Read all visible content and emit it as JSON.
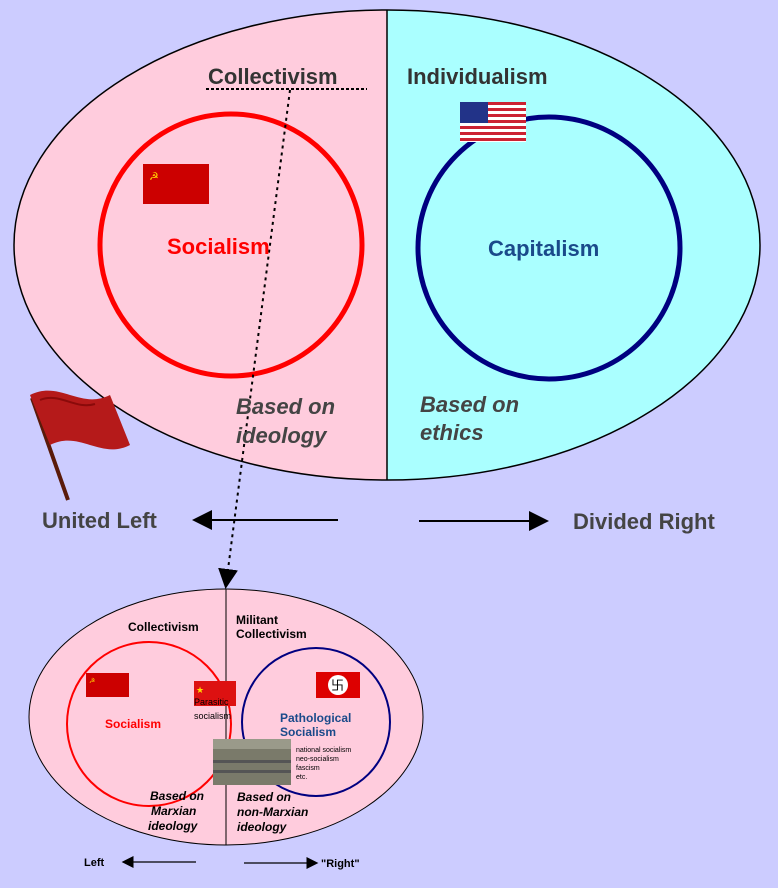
{
  "top": {
    "collectivism": "Collectivism",
    "individualism": "Individualism",
    "socialism": "Socialism",
    "capitalism": "Capitalism",
    "left_basis": [
      "Based on",
      "ideology"
    ],
    "right_basis": [
      "Based on",
      "ethics"
    ]
  },
  "axis": {
    "left": "United Left",
    "right": "Divided Right"
  },
  "bottom": {
    "collectivism": "Collectivism",
    "militant": [
      "Militant",
      "Collectivism"
    ],
    "socialism": "Socialism",
    "parasitic": [
      "Parasitic",
      "socialism"
    ],
    "pathological": [
      "Pathological",
      "Socialism"
    ],
    "variants": [
      "national socialism",
      "neo-socialism",
      "fascism",
      "etc."
    ],
    "left_basis": [
      "Based on",
      "Marxian",
      "ideology"
    ],
    "right_basis": [
      "Based on",
      "non-Marxian",
      "ideology"
    ],
    "axis_left": "Left",
    "axis_right": "\"Right\""
  },
  "colors": {
    "background": "#ccccff",
    "pink": "#ffccdd",
    "cyan": "#aaffff",
    "red": "#ff0000",
    "navy": "#000080",
    "capitalism_text": "#1a4a8a"
  }
}
